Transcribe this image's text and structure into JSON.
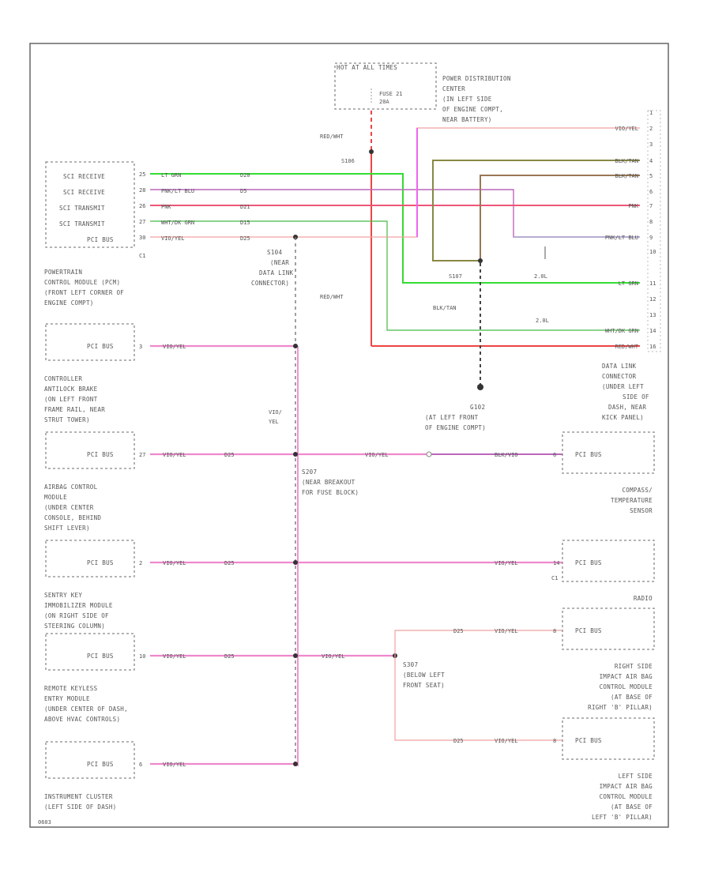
{
  "power": {
    "hot_label": "HOT AT ALL TIMES",
    "fuse": [
      "FUSE 21",
      "20A"
    ],
    "pdc": [
      "POWER DISTRIBUTION",
      "CENTER",
      "(IN LEFT SIDE",
      "OF ENGINE COMPT,",
      "NEAR BATTERY)"
    ]
  },
  "splices": {
    "s106": "S106",
    "s107": "S107",
    "g102": [
      "G102",
      "(AT LEFT FRONT",
      "OF ENGINE COMPT)"
    ],
    "s104": [
      "S104",
      "(NEAR",
      "DATA LINK",
      "CONNECTOR)"
    ],
    "s207": [
      "S207",
      "(NEAR BREAKOUT",
      "FOR FUSE BLOCK)"
    ],
    "s307": [
      "S307",
      "(BELOW LEFT",
      "FRONT SEAT)"
    ]
  },
  "pcm": {
    "pins": [
      {
        "name": "SCI RECEIVE",
        "pin": "25",
        "color": "LT GRN",
        "circuit": "D20"
      },
      {
        "name": "SCI RECEIVE",
        "pin": "28",
        "color": "PNK/LT BLU",
        "circuit": "D5"
      },
      {
        "name": "SCI TRANSMIT",
        "pin": "26",
        "color": "PNK",
        "circuit": "D21"
      },
      {
        "name": "SCI TRANSMIT",
        "pin": "27",
        "color": "WHT/DK GRN",
        "circuit": "D15"
      },
      {
        "name": "PCI BUS",
        "pin": "30",
        "color": "VIO/YEL",
        "circuit": "D25"
      }
    ],
    "connector": "C1",
    "desc": [
      "POWERTRAIN",
      "CONTROL MODULE (PCM)",
      "(FRONT LEFT CORNER OF",
      "ENGINE COMPT)"
    ]
  },
  "red_wht": "RED/WHT",
  "blk_tan": "BLK/TAN",
  "vio_yel_vertical": [
    "VIO/",
    "YEL"
  ],
  "gauge": "2.0L",
  "dlc": {
    "pins": [
      {
        "pin": "1",
        "label": ""
      },
      {
        "pin": "2",
        "label": "VIO/YEL"
      },
      {
        "pin": "3",
        "label": ""
      },
      {
        "pin": "4",
        "label": "BLK/TAN"
      },
      {
        "pin": "5",
        "label": "BLK/TAN"
      },
      {
        "pin": "6",
        "label": ""
      },
      {
        "pin": "7",
        "label": "PNK"
      },
      {
        "pin": "8",
        "label": ""
      },
      {
        "pin": "9",
        "label": "PNK/LT BLU"
      },
      {
        "pin": "10",
        "label": ""
      },
      {
        "pin": "11",
        "label": "LT GRN"
      },
      {
        "pin": "12",
        "label": ""
      },
      {
        "pin": "13",
        "label": ""
      },
      {
        "pin": "14",
        "label": "WHT/DK GRN"
      },
      {
        "pin": "16",
        "label": "RED/WHT"
      }
    ],
    "desc": [
      "DATA LINK",
      "CONNECTOR",
      "(UNDER LEFT",
      "SIDE OF",
      "DASH, NEAR",
      "KICK PANEL)"
    ]
  },
  "left_modules": [
    {
      "id": "cab",
      "pin": "3",
      "wire": "VIO/YEL",
      "circuit": "",
      "label": "PCI BUS",
      "desc": [
        "CONTROLLER",
        "ANTILOCK BRAKE",
        "(ON LEFT FRONT",
        "FRAME RAIL, NEAR",
        "STRUT TOWER)"
      ]
    },
    {
      "id": "acm",
      "pin": "27",
      "wire": "VIO/YEL",
      "circuit": "D25",
      "label": "PCI BUS",
      "desc": [
        "AIRBAG CONTROL",
        "MODULE",
        "(UNDER CENTER",
        "CONSOLE, BEHIND",
        "SHIFT LEVER)"
      ]
    },
    {
      "id": "skim",
      "pin": "2",
      "wire": "VIO/YEL",
      "circuit": "D25",
      "label": "PCI BUS",
      "desc": [
        "SENTRY KEY",
        "IMMOBILIZER MODULE",
        "(ON RIGHT SIDE OF",
        "STEERING COLUMN)"
      ]
    },
    {
      "id": "rke",
      "pin": "10",
      "wire": "VIO/YEL",
      "circuit": "D25",
      "label": "PCI BUS",
      "desc": [
        "REMOTE KEYLESS",
        "ENTRY MODULE",
        "(UNDER CENTER OF DASH,",
        "ABOVE HVAC CONTROLS)"
      ]
    },
    {
      "id": "ic",
      "pin": "6",
      "wire": "VIO/YEL",
      "circuit": "",
      "label": "PCI BUS",
      "desc": [
        "INSTRUMENT CLUSTER",
        "(LEFT SIDE OF DASH)"
      ]
    }
  ],
  "right_modules": [
    {
      "id": "compass",
      "pin": "6",
      "wires": [
        "VIO/YEL",
        "BLK/VIO"
      ],
      "label": "PCI BUS",
      "desc": [
        "COMPASS/",
        "TEMPERATURE",
        "SENSOR"
      ]
    },
    {
      "id": "radio",
      "pin": "14",
      "wires": [
        "VIO/YEL"
      ],
      "connector": "C1",
      "label": "PCI BUS",
      "desc": [
        "RADIO"
      ]
    },
    {
      "id": "rside",
      "pin": "8",
      "wires": [
        "D25",
        "VIO/YEL"
      ],
      "label": "PCI BUS",
      "desc": [
        "RIGHT SIDE",
        "IMPACT AIR BAG",
        "CONTROL MODULE",
        "(AT BASE OF",
        "RIGHT 'B' PILLAR)"
      ]
    },
    {
      "id": "lside",
      "pin": "8",
      "wires": [
        "D25",
        "VIO/YEL"
      ],
      "label": "PCI BUS",
      "desc": [
        "LEFT SIDE",
        "IMPACT AIR BAG",
        "CONTROL MODULE",
        "(AT BASE OF",
        "LEFT 'B' PILLAR)"
      ]
    }
  ],
  "s307_wire": "VIO/YEL",
  "s207_wire": "VIO/YEL",
  "corner_tag": "0603"
}
